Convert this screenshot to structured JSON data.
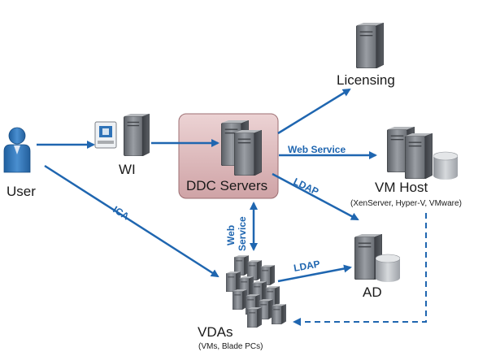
{
  "nodes": {
    "user": {
      "label": "User",
      "icon": "user-icon"
    },
    "wi": {
      "label": "WI",
      "icon": "web-interface-server-icon"
    },
    "ddc": {
      "label": "DDC Servers",
      "icon": "server-pair-icon",
      "fill": "#d9b3b5"
    },
    "licensing": {
      "label": "Licensing",
      "icon": "server-icon"
    },
    "vmhost": {
      "label": "VM Host",
      "sublabel": "(XenServer, Hyper-V, VMware)",
      "icon": "server-storage-icon"
    },
    "ad": {
      "label": "AD",
      "icon": "server-storage-icon"
    },
    "vdas": {
      "label": "VDAs",
      "sublabel": "(VMs, Blade PCs)",
      "icon": "server-cluster-icon"
    }
  },
  "edges": {
    "user_wi": {
      "label": ""
    },
    "wi_ddc": {
      "label": ""
    },
    "ddc_licensing": {
      "label": ""
    },
    "ddc_vmhost": {
      "label": "Web Service"
    },
    "ddc_ad": {
      "label": "LDAP"
    },
    "ddc_vdas": {
      "label_line1": "Web",
      "label_line2": "Service"
    },
    "user_vdas": {
      "label": "ICA"
    },
    "vdas_ad": {
      "label": "LDAP"
    },
    "vmhost_vdas": {
      "label": "",
      "style": "dashed"
    }
  },
  "colors": {
    "arrow": "#1f66b0",
    "server_body": "#7e8288",
    "server_dark": "#4a4d52",
    "user_blue": "#2f73b8"
  }
}
